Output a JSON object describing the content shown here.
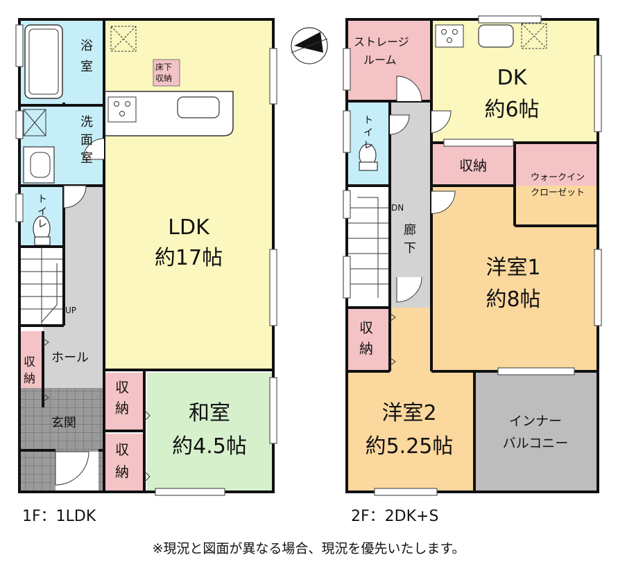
{
  "floor1": {
    "caption": "1F：1LDK",
    "rooms": {
      "bath": "浴室",
      "washroom": "洗面室",
      "toilet": "トイレ",
      "hall": "ホール",
      "storage_hall": "収納",
      "entrance": "玄関",
      "ldk_name": "LDK",
      "ldk_size": "約17帖",
      "underfloor": "床下収納",
      "storage_a": "収納",
      "storage_b": "収納",
      "washitsu_name": "和室",
      "washitsu_size": "約4.5帖",
      "stairs_up": "UP"
    }
  },
  "floor2": {
    "caption": "2F：2DK+S",
    "rooms": {
      "storage_room": "ストレージルーム",
      "dk_name": "DK",
      "dk_size": "約6帖",
      "toilet": "トイレ",
      "storage_dk": "収納",
      "walkin": "ウォークインクローゼット",
      "corridor": "廊下",
      "stairs_dn": "DN",
      "room1_name": "洋室1",
      "room1_size": "約8帖",
      "storage_room2": "収納",
      "room2_name": "洋室2",
      "room2_size": "約5.25帖",
      "balcony": "インナーバルコニー"
    }
  },
  "note": "※現況と図面が異なる場合、現況を優先いたします。",
  "colors": {
    "ldk": "#fbf7bf",
    "washitsu": "#d6f0cc",
    "wet": "#c6eef8",
    "storage": "#f4c3c6",
    "hall": "#d3d3d3",
    "room": "#fbd89e",
    "balcony": "#bdbdbd",
    "wall": "#111111"
  }
}
